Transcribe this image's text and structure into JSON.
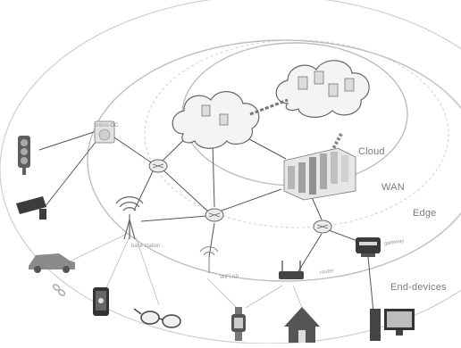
{
  "rings": {
    "cloud": "Cloud",
    "wan": "WAN",
    "edge": "Edge",
    "end_devices": "End-devices"
  },
  "nodes": {
    "micro_dc": "micro-DC",
    "base_station": "base station",
    "wifi_ap": "WiFi AP",
    "gateway": "gateway",
    "router": "router"
  },
  "colors": {
    "ring_stroke": "#c8c8c8",
    "line": "#555555",
    "icon": "#7a7a7a",
    "cloud_fill": "#f4f4f4"
  },
  "icons": [
    "traffic-light-icon",
    "security-camera-icon",
    "car-icon",
    "link-icon",
    "smartphone-icon",
    "smart-glasses-icon",
    "smartwatch-icon",
    "smart-home-icon",
    "desktop-computer-icon",
    "server-rack-icon",
    "micro-datacenter-icon",
    "cell-tower-icon",
    "wifi-access-point-icon",
    "wifi-router-icon",
    "gateway-icon",
    "network-switch-icon",
    "cloud-icon"
  ]
}
